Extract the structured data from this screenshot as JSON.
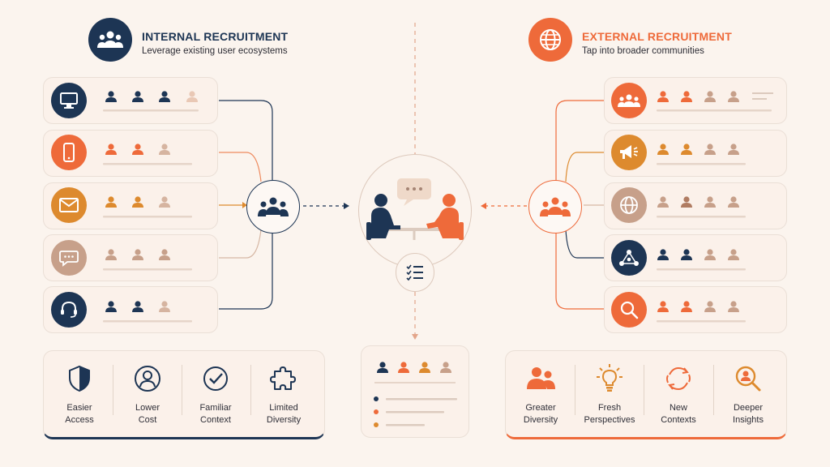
{
  "internal": {
    "title": "INTERNAL RECRUITMENT",
    "subtitle": "Leverage existing user ecosystems",
    "channels": [
      {
        "icon": "monitor-icon",
        "color": "#1d3554"
      },
      {
        "icon": "smartphone-icon",
        "color": "#ee6a3a"
      },
      {
        "icon": "envelope-icon",
        "color": "#dd8a2e"
      },
      {
        "icon": "chat-bubble-icon",
        "color": "#c7a08a"
      },
      {
        "icon": "headset-icon",
        "color": "#1d3554"
      }
    ],
    "benefits": [
      {
        "icon": "shield-icon",
        "line1": "Easier",
        "line2": "Access"
      },
      {
        "icon": "user-coin-icon",
        "line1": "Lower",
        "line2": "Cost"
      },
      {
        "icon": "check-circle-icon",
        "line1": "Familiar",
        "line2": "Context"
      },
      {
        "icon": "puzzle-icon",
        "line1": "Limited",
        "line2": "Diversity"
      }
    ]
  },
  "external": {
    "title": "EXTERNAL RECRUITMENT",
    "subtitle": "Tap into broader communities",
    "channels": [
      {
        "icon": "community-icon",
        "color": "#ee6a3a"
      },
      {
        "icon": "megaphone-icon",
        "color": "#dd8a2e"
      },
      {
        "icon": "globe-icon",
        "color": "#c7a08a"
      },
      {
        "icon": "network-icon",
        "color": "#1d3554"
      },
      {
        "icon": "magnifier-icon",
        "color": "#ee6a3a"
      }
    ],
    "benefits": [
      {
        "icon": "group-icon",
        "line1": "Greater",
        "line2": "Diversity"
      },
      {
        "icon": "lightbulb-icon",
        "line1": "Fresh",
        "line2": "Perspectives"
      },
      {
        "icon": "cycle-arrows-icon",
        "line1": "New",
        "line2": "Contexts"
      },
      {
        "icon": "magnifier-person-icon",
        "line1": "Deeper",
        "line2": "Insights"
      }
    ]
  },
  "colors": {
    "navy": "#1d3554",
    "orange": "#ee6a3a",
    "amber": "#dd8a2e",
    "tan": "#c7a08a",
    "background": "#fbf4ee"
  }
}
